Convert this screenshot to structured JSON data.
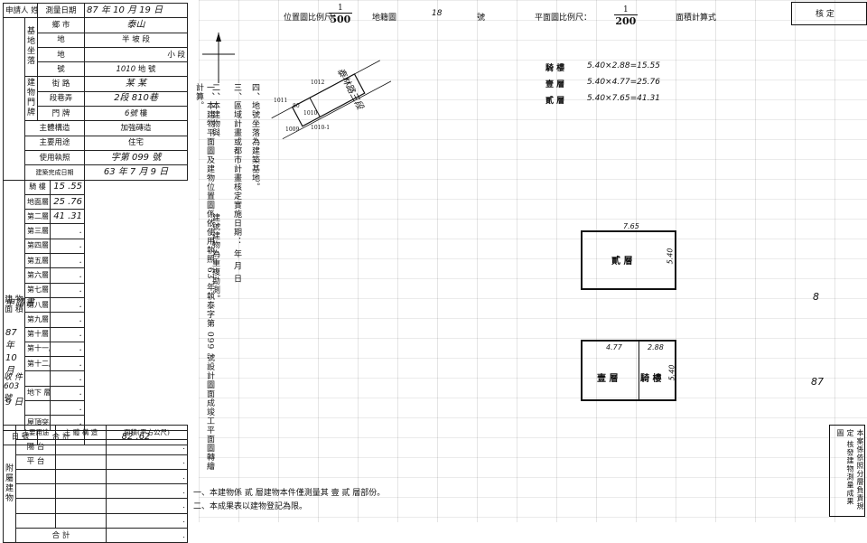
{
  "form": {
    "applicant_label": "申請人 姓 名",
    "survey_date_label": "測量日期",
    "survey_date_value": "87 年 10 月 19 日",
    "location_label": "基 地 坐 落",
    "town_label": "鄉 市",
    "town_value": "泰山",
    "section_label": "段",
    "section_value": "半 坡",
    "subsection_label": "小 段",
    "lot_label": "地 號",
    "lot_value": "1010",
    "address_label": "建物門牌",
    "street_label": "街 路",
    "street_value": "某 某",
    "lane_label": "段巷弄",
    "lane_value": "2段 810巷",
    "number_label": "門 牌",
    "number_value": "6號",
    "floor_suffix": "樓",
    "structure_label": "主體構造",
    "structure_value": "加強磚造",
    "usage_label": "主要用途",
    "usage_value": "住宅",
    "permit_label": "使用執照",
    "permit_value": "字第 099 號",
    "completion_label": "建築完成日期",
    "completion_value": "63 年 7 月 9 日",
    "area_group_label": "建 物 面 積",
    "area_unit_label": "(平方公尺)",
    "floors": [
      {
        "label": "騎 樓",
        "value": "15 .55"
      },
      {
        "label": "地面層",
        "value": "25 .76"
      },
      {
        "label": "第二層",
        "value": "41 .31"
      },
      {
        "label": "第三層",
        "value": "."
      },
      {
        "label": "第四層",
        "value": "."
      },
      {
        "label": "第五層",
        "value": "."
      },
      {
        "label": "第六層",
        "value": "."
      },
      {
        "label": "第七層",
        "value": "."
      },
      {
        "label": "第八層",
        "value": "."
      },
      {
        "label": "第九層",
        "value": "."
      },
      {
        "label": "第十層",
        "value": "."
      },
      {
        "label": "第十一層",
        "value": "."
      },
      {
        "label": "第十二層",
        "value": "."
      },
      {
        "label": "",
        "value": "."
      },
      {
        "label": "地下 層",
        "value": "."
      },
      {
        "label": "",
        "value": "."
      },
      {
        "label": "屋頂突出物",
        "value": "."
      }
    ],
    "total_label": "合 計",
    "total_value": "82 .62",
    "side_apply": "申請書",
    "side_date": "87 年 10 月",
    "side_no": "收 件 603 號",
    "side_day": "9 日",
    "side_date_label": "日 號",
    "annex_header_usage": "主要用途",
    "annex_header_struct": "主 體 構 造",
    "annex_header_area": "面積(平方公尺)",
    "annex_group_label": "附 屬 建 物",
    "annex_rows": [
      {
        "usage": "陽 台",
        "value": "."
      },
      {
        "usage": "平 台",
        "value": "."
      },
      {
        "usage": "",
        "value": "."
      },
      {
        "usage": "",
        "value": "."
      },
      {
        "usage": "",
        "value": "."
      },
      {
        "usage": "",
        "value": "."
      }
    ],
    "annex_total_label": "合 計",
    "annex_total_value": "."
  },
  "header": {
    "location_scale_label": "位置圖比例尺：",
    "location_scale_num": "1",
    "location_scale_den": "500",
    "map_sheet_label": "地籍圖",
    "map_sheet_value": "18",
    "map_sheet_suffix": "號",
    "plan_scale_label": "平面圖比例尺：",
    "plan_scale_num": "1",
    "plan_scale_den": "200",
    "area_calc_label": "面積計算式",
    "stamp_label": "核 定"
  },
  "notes_vertical": [
    "一、本建物平面圖及建物位置圖係依使用執照 63 年執泰字第 099 號設計圖面成竣工平面圖轉繪計算。",
    "二、本建物與",
    "三、區域計畫或都市計畫核定實施日期： 年 月 日",
    "四、地號坐落為建築基地。",
    "建號建物為重複勘測。"
  ],
  "location_plot": {
    "road_label": "泰林路三段",
    "lot_numbers": [
      "1011",
      "1012",
      "1010",
      "1009",
      "1010-1",
      "80"
    ]
  },
  "calc_lines": [
    {
      "label": "騎 樓",
      "formula": "5.40×2.88=15.55"
    },
    {
      "label": "壹 層",
      "formula": "5.40×4.77=25.76"
    },
    {
      "label": "貳 層",
      "formula": "5.40×7.65=41.31"
    }
  ],
  "floor2_plan": {
    "label": "貳 層",
    "width": "7.65",
    "depth": "5.40"
  },
  "floor1_plan": {
    "label": "壹 層",
    "arcade_label": "騎 樓",
    "width_a": "4.77",
    "width_b": "2.88",
    "depth": "5.40"
  },
  "bottom_notes": [
    "一、本建物係 貳 層建物本件僅測量其 壹 貳 層部份。",
    "二、本成果表以建物登記為限。"
  ],
  "right_note": "本案係依照分層負責規定 核發建物測量成果圖",
  "right_margin_marks": [
    "8",
    "87"
  ]
}
